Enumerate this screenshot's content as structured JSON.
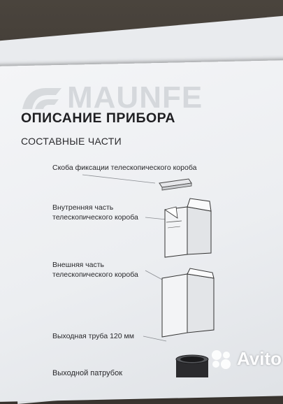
{
  "brand": {
    "text": "MAUNFE"
  },
  "heading": "ОПИСАНИЕ ПРИБОРА",
  "subheading": "СОСТАВНЫЕ ЧАСТИ",
  "parts": [
    {
      "label": "Скоба фиксации телескопического короба"
    },
    {
      "label_line1": "Внутренняя часть",
      "label_line2": "телескопического короба"
    },
    {
      "label_line1": "Внешняя часть",
      "label_line2": "телескопического короба"
    },
    {
      "label": "Выходная труба 120 мм"
    },
    {
      "label": "Выходной патрубок"
    }
  ],
  "watermark": {
    "text": "Avito"
  }
}
